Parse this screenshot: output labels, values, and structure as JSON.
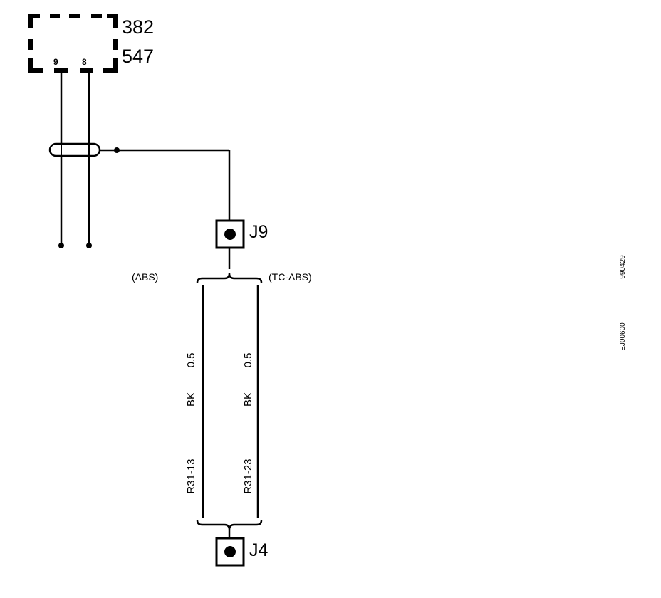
{
  "component": {
    "codes": [
      "382",
      "547"
    ],
    "pins": [
      "9",
      "8"
    ]
  },
  "connectors": {
    "top": "J9",
    "bottom": "J4"
  },
  "variants": {
    "left": "(ABS)",
    "right": "(TC-ABS)"
  },
  "wires": [
    {
      "size": "0.5",
      "color": "BK",
      "ref": "R31-13"
    },
    {
      "size": "0.5",
      "color": "BK",
      "ref": "R31-23"
    }
  ],
  "side_codes": [
    "990429",
    "EJ00600"
  ]
}
